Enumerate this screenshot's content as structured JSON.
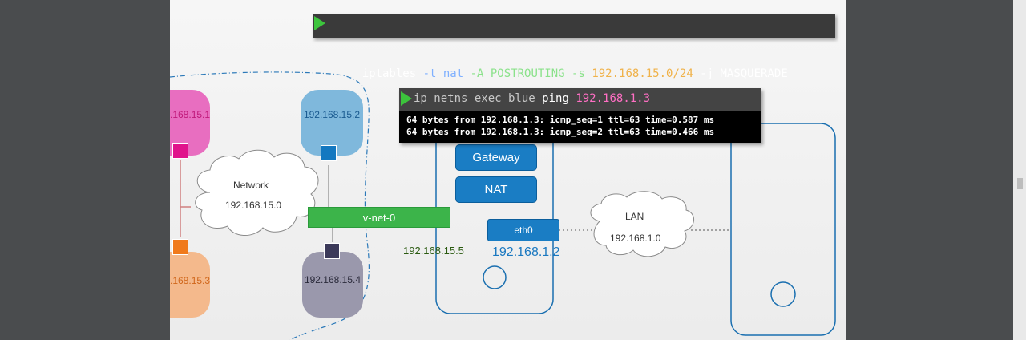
{
  "top_command": {
    "parts": [
      {
        "text": "iptables ",
        "color": "#ffffff"
      },
      {
        "text": "-t nat ",
        "color": "#7fb0ff"
      },
      {
        "text": "-A POSTROUTING -s ",
        "color": "#8be28b"
      },
      {
        "text": "192.168.15.0/24",
        "color": "#f0b24a"
      },
      {
        "text": " -j MASQUERADE",
        "color": "#ffffff"
      }
    ]
  },
  "ping_terminal": {
    "command_parts": [
      {
        "text": "ip netns exec blue ",
        "color": "#c8c8c8"
      },
      {
        "text": "ping ",
        "color": "#ffffff"
      },
      {
        "text": "192.168.1.3",
        "color": "#ff6fc4"
      }
    ],
    "output_lines": [
      "64 bytes from 192.168.1.3: icmp_seq=1 ttl=63 time=0.587 ms",
      "64 bytes from 192.168.1.3: icmp_seq=2 ttl=63 time=0.466 ms"
    ]
  },
  "namespaces": {
    "pink": {
      "label": ".168.15.1",
      "color": "#e86ec0",
      "port_color": "#e0148c"
    },
    "blue": {
      "label": "192.168.15.2",
      "color": "#7fb8dc",
      "port_color": "#1478c0"
    },
    "orange": {
      "label": ".168.15.3",
      "color": "#f4b98c",
      "port_color": "#f07a1c"
    },
    "grey": {
      "label": "192.168.15.4",
      "color": "#9a98ac",
      "port_color": "#3c3a5a"
    }
  },
  "network_cloud": {
    "title": "Network",
    "subnet": "192.168.15.0"
  },
  "bridge": {
    "label": "v-net-0",
    "ip": "192.168.15.5",
    "color": "#3cb44a"
  },
  "host": {
    "gateway_label": "Gateway",
    "nat_label": "NAT",
    "eth0_label": "eth0",
    "eth0_ip": "192.168.1.2",
    "color": "#1a7dc4"
  },
  "lan_cloud": {
    "title": "LAN",
    "subnet": "192.168.1.0"
  }
}
